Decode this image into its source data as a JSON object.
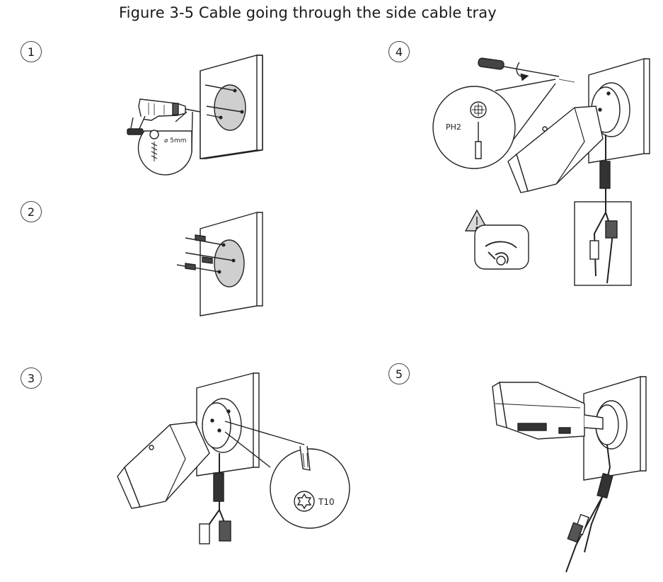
{
  "figure": {
    "title": "Figure 3-5 Cable going through the side cable tray"
  },
  "steps": [
    {
      "number": "1"
    },
    {
      "number": "2"
    },
    {
      "number": "3"
    },
    {
      "number": "4"
    },
    {
      "number": "5"
    }
  ],
  "callouts": {
    "drill_size": "⌀ 5mm",
    "screwdriver_bit": "PH2",
    "torx_bit": "T10"
  }
}
